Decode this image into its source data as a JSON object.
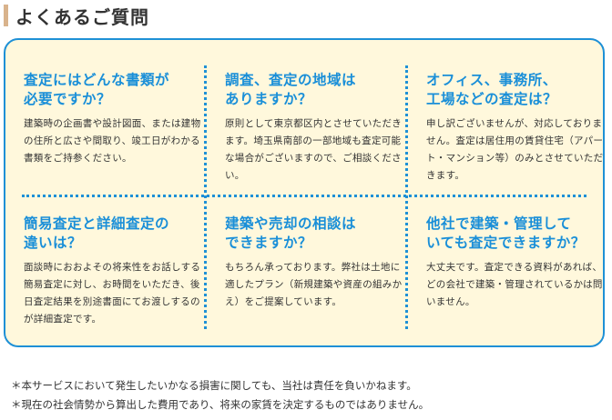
{
  "header": {
    "title": "よくあるご質問",
    "accent_color": "#d9b38c"
  },
  "colors": {
    "question": "#1a8fd8",
    "border": "#1e90d6",
    "card_bg": "#fff8dc"
  },
  "faq": [
    {
      "question_line1": "査定にはどんな書類が",
      "question_line2": "必要ですか？",
      "answer": "建築時の企画書や設計図面、または建物の住所と広さや間取り、竣工日がわかる書類をご持参ください。"
    },
    {
      "question_line1": "調査、査定の地域は",
      "question_line2": "ありますか？",
      "answer": "原則として東京都区内とさせていただきます。埼玉県南部の一部地域も査定可能な場合がございますので、ご相談ください。"
    },
    {
      "question_line1": "オフィス、事務所、",
      "question_line2": "工場などの査定は？",
      "answer": "申し訳ございませんが、対応しておりません。査定は居住用の賃貸住宅（アパート・マンション等）のみとさせていただきます。"
    },
    {
      "question_line1": "簡易査定と詳細査定の",
      "question_line2": "違いは？",
      "answer": "面談時におおよその将来性をお話しする簡易査定に対し、お時間をいただき、後日査定結果を別途書面にてお渡しするのが詳細査定です。"
    },
    {
      "question_line1": "建築や売却の相談は",
      "question_line2": "できますか？",
      "answer": "もちろん承っております。弊社は土地に適したプラン（新規建築や資産の組みかえ）をご提案しています。"
    },
    {
      "question_line1": "他社で建築・管理して",
      "question_line2": "いても査定できますか？",
      "answer": "大丈夫です。査定できる資料があれば、どの会社で建築・管理されているかは問いません。"
    }
  ],
  "notes": [
    "＊本サービスにおいて発生したいかなる損害に関しても、当社は責任を負いかねます。",
    "＊現在の社会情勢から算出した費用であり、将来の家賃を決定するものではありません。"
  ]
}
